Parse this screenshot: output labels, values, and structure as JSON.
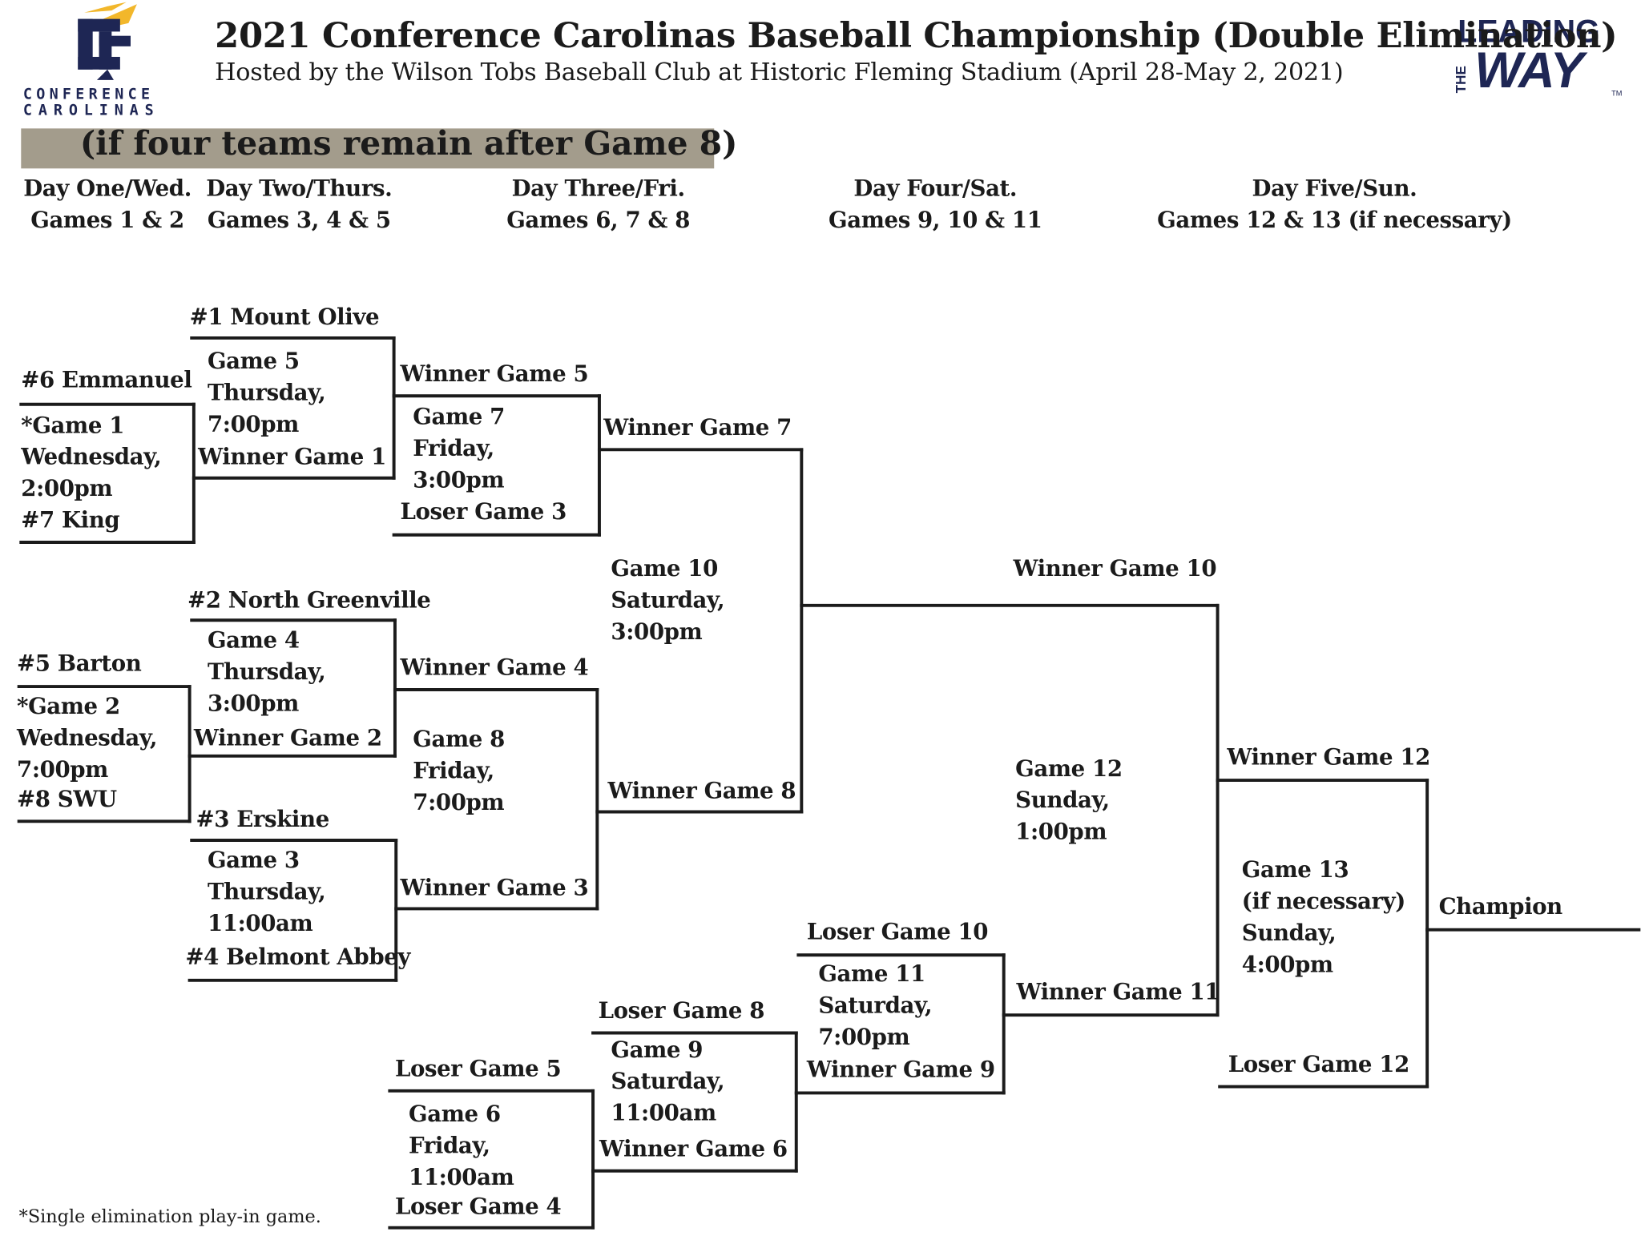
{
  "header": {
    "title": "2021 Conference Carolinas Baseball Championship (Double Elimination)",
    "subtitle": "Hosted by the Wilson Tobs Baseball Club at Historic Fleming Stadium (April 28-May 2, 2021)",
    "banner": "(if four teams remain after Game 8)"
  },
  "logos": {
    "left": {
      "line1": "CONFERENCE",
      "line2": "CAROLINAS",
      "colors": {
        "navy": "#1e2654",
        "gold": "#f2b72b"
      }
    },
    "right": {
      "top": "LEADING",
      "side": "THE",
      "main": "WAY",
      "tm": "TM",
      "color": "#1e2654",
      "accent": "#f2b72b"
    }
  },
  "days": [
    {
      "line1": "Day One/Wed.",
      "line2": "Games 1 & 2"
    },
    {
      "line1": "Day Two/Thurs.",
      "line2": "Games 3, 4 & 5"
    },
    {
      "line1": "Day Three/Fri.",
      "line2": "Games 6, 7 & 8"
    },
    {
      "line1": "Day Four/Sat.",
      "line2": "Games 9, 10 & 11"
    },
    {
      "line1": "Day Five/Sun.",
      "line2": "Games 12 & 13 (if necessary)"
    }
  ],
  "slots": {
    "mount_olive": "#1 Mount Olive",
    "emmanuel": "#6 Emmanuel",
    "king": "#7 King",
    "north_greenville": "#2 North Greenville",
    "barton": "#5 Barton",
    "swu": "#8 SWU",
    "erskine": "#3 Erskine",
    "belmont_abbey": "#4 Belmont Abbey",
    "winner_g1": "Winner Game 1",
    "winner_g2": "Winner Game 2",
    "winner_g5": "Winner Game 5",
    "loser_g3": "Loser Game 3",
    "winner_g4": "Winner Game 4",
    "winner_g3": "Winner Game 3",
    "winner_g7": "Winner Game 7",
    "winner_g8": "Winner Game 8",
    "winner_g10": "Winner Game 10",
    "loser_g5": "Loser Game 5",
    "loser_g4": "Loser Game 4",
    "loser_g8": "Loser Game 8",
    "winner_g6": "Winner Game 6",
    "loser_g10": "Loser Game 10",
    "winner_g9": "Winner Game 9",
    "winner_g11": "Winner Game 11",
    "winner_g12": "Winner Game 12",
    "loser_g12": "Loser Game 12",
    "champion": "Champion"
  },
  "games": {
    "g1": [
      "*Game 1",
      "Wednesday,",
      "2:00pm"
    ],
    "g2": [
      "*Game 2",
      "Wednesday,",
      "7:00pm"
    ],
    "g3": [
      "Game 3",
      "Thursday,",
      "11:00am"
    ],
    "g4": [
      "Game 4",
      "Thursday,",
      "3:00pm"
    ],
    "g5": [
      "Game 5",
      "Thursday,",
      "7:00pm"
    ],
    "g6": [
      "Game 6",
      "Friday,",
      "11:00am"
    ],
    "g7": [
      "Game 7",
      "Friday,",
      "3:00pm"
    ],
    "g8": [
      "Game 8",
      "Friday,",
      "7:00pm"
    ],
    "g9": [
      "Game 9",
      "Saturday,",
      "11:00am"
    ],
    "g10": [
      "Game 10",
      "Saturday,",
      "3:00pm"
    ],
    "g11": [
      "Game 11",
      "Saturday,",
      "7:00pm"
    ],
    "g12": [
      "Game 12",
      "Sunday,",
      "1:00pm"
    ],
    "g13": [
      "Game 13",
      "(if necessary)",
      "Sunday,",
      "4:00pm"
    ]
  },
  "footnote": "*Single elimination play-in game."
}
